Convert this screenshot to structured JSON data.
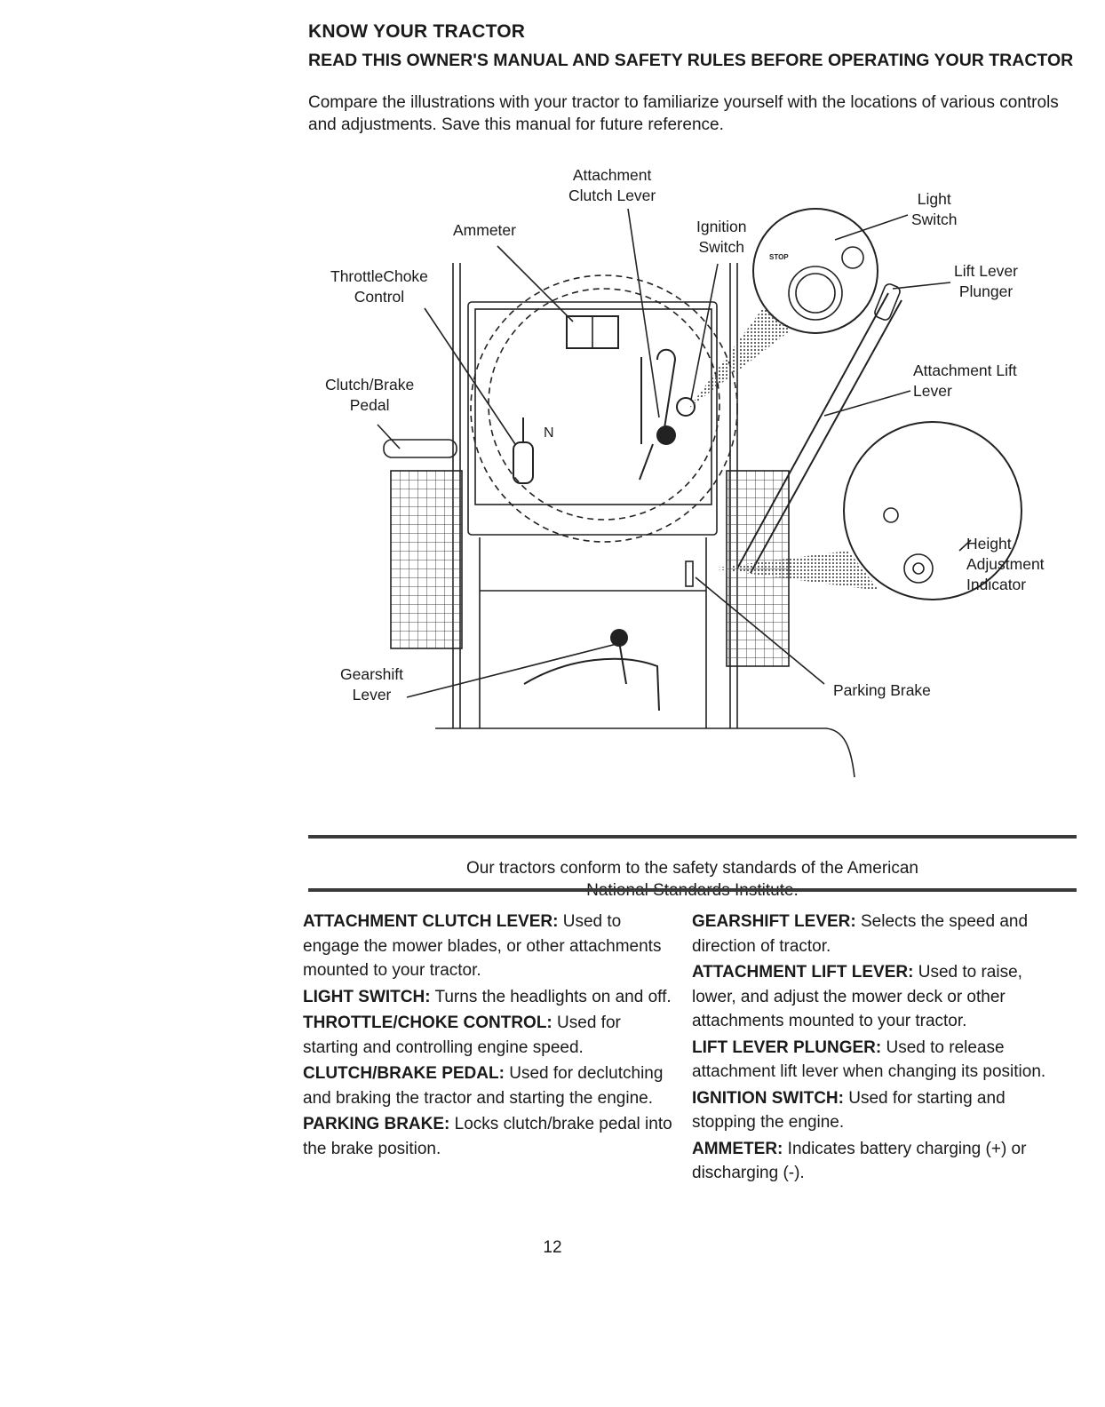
{
  "header": {
    "title": "KNOW YOUR TRACTOR",
    "subtitle": "READ THIS OWNER'S MANUAL AND SAFETY RULES BEFORE OPERATING YOUR TRACTOR",
    "intro": "Compare the illustrations with your tractor to familiarize yourself with the locations of various controls and adjustments. Save this manual for future reference."
  },
  "figure": {
    "callouts": {
      "attachment_clutch_lever": [
        "Attachment",
        "Clutch Lever"
      ],
      "ammeter": [
        "Ammeter"
      ],
      "ignition_switch": [
        "Ignition",
        "Switch"
      ],
      "light_switch": [
        "Light",
        "Switch"
      ],
      "throttle_choke": [
        "ThrottleChoke",
        "Control"
      ],
      "lift_lever_plunger": [
        "Lift Lever",
        "Plunger"
      ],
      "clutch_brake_pedal": [
        "Clutch/Brake",
        "Pedal"
      ],
      "attachment_lift_lever": [
        "Attachment Lift",
        "Lever"
      ],
      "height_adjustment": [
        "Height",
        "Adjustment",
        "Indicator"
      ],
      "gearshift_lever": [
        "Gearshift",
        "Lever"
      ],
      "parking_brake": [
        "Parking Brake"
      ]
    },
    "panel_marks": {
      "neutral": "N",
      "stop": "STOP"
    }
  },
  "notice": [
    "Our tractors conform to the safety standards of the American",
    "National Standards Institute."
  ],
  "definitions_left": [
    {
      "term": "ATTACHMENT CLUTCH LEVER:",
      "text": " Used to engage the mower blades, or other attachments mounted to your tractor."
    },
    {
      "term": "LIGHT SWITCH:",
      "text": " Turns the headlights on and off."
    },
    {
      "term": "THROTTLE/CHOKE CONTROL:",
      "text": " Used for starting and controlling engine speed."
    },
    {
      "term": "CLUTCH/BRAKE PEDAL:",
      "text": " Used for declutching and braking the tractor and starting the engine."
    },
    {
      "term": "PARKING BRAKE:",
      "text": " Locks clutch/brake pedal into the brake position."
    }
  ],
  "definitions_right": [
    {
      "term": "GEARSHIFT LEVER:",
      "text": " Selects the speed and direction of tractor."
    },
    {
      "term": "ATTACHMENT LIFT LEVER:",
      "text": " Used to raise, lower, and adjust the mower deck or other attachments mounted to your tractor."
    },
    {
      "term": "LIFT LEVER PLUNGER:",
      "text": " Used to release attachment lift lever when changing its position."
    },
    {
      "term": "IGNITION SWITCH:",
      "text": " Used for starting and stopping the engine."
    },
    {
      "term": "AMMETER:",
      "text": " Indicates battery charging (+) or discharging (-)."
    }
  ],
  "page_number": "12"
}
